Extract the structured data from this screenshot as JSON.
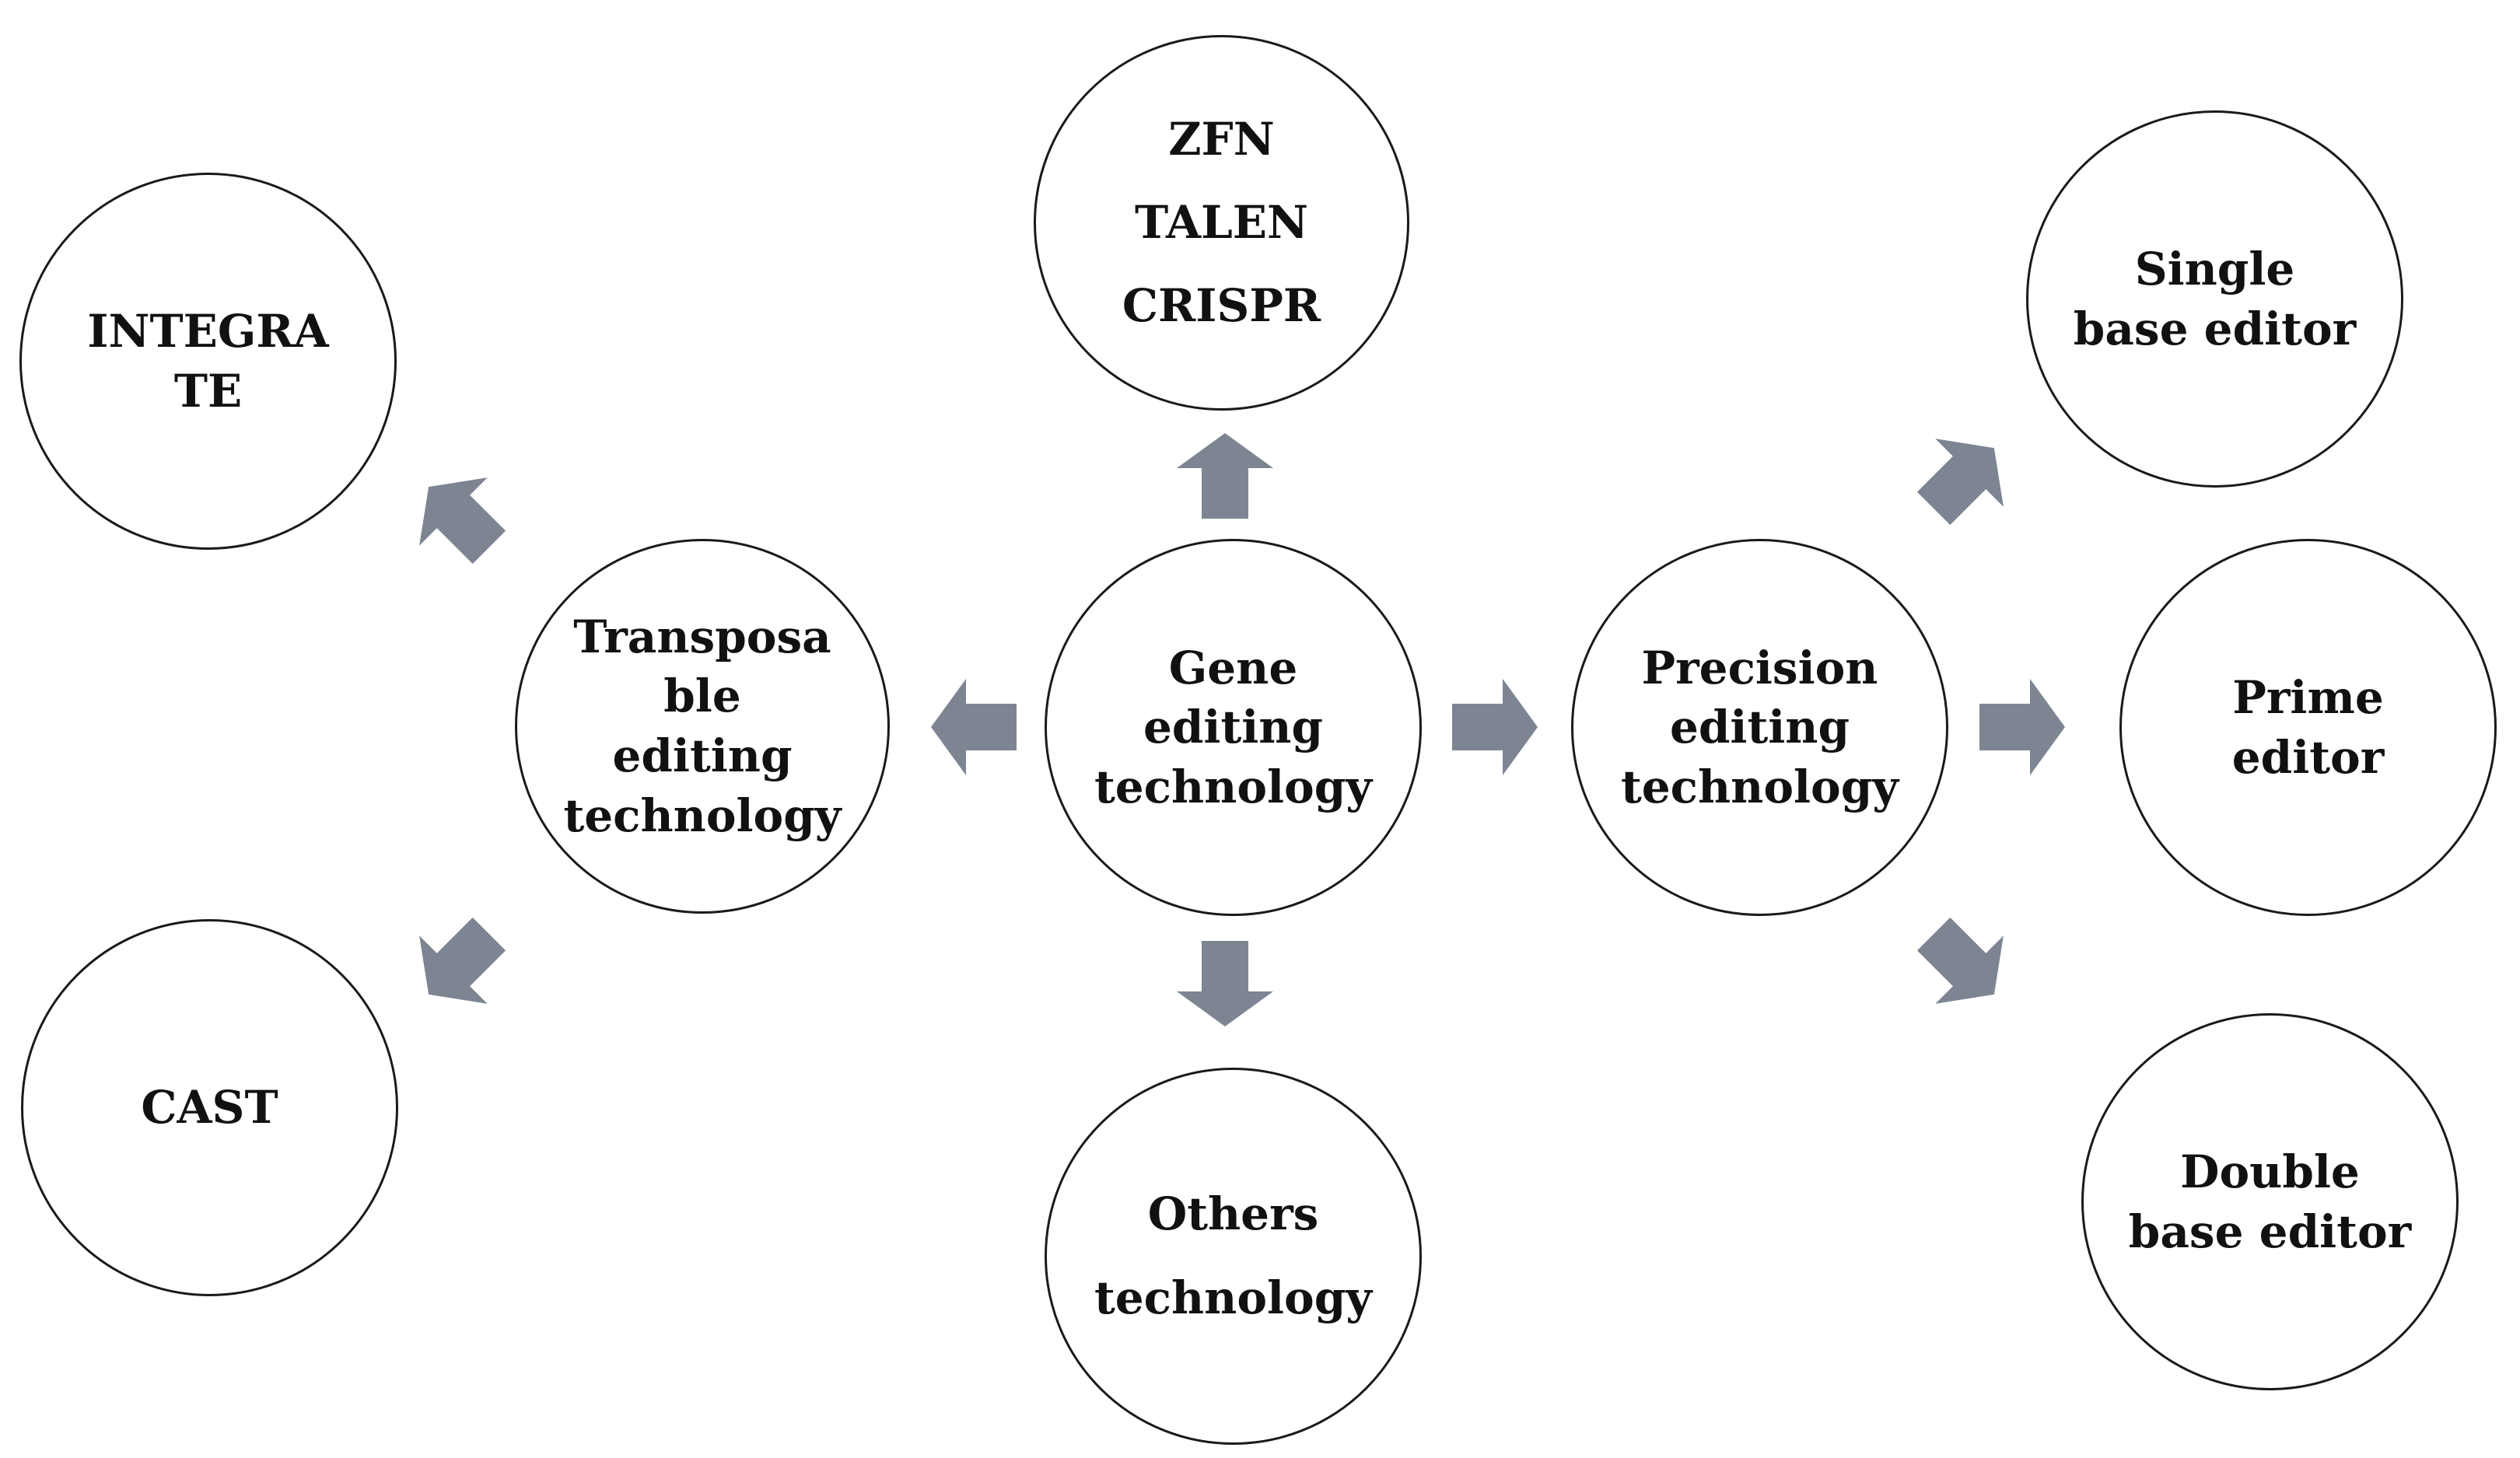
{
  "colors": {
    "arrow": "#7d8593",
    "outline": "#1a1a1a",
    "text": "#111111"
  },
  "nodes": {
    "gene_editing": [
      "Gene",
      "editing",
      "technology"
    ],
    "zfn_talen_crispr": [
      "ZFN",
      "TALEN",
      "CRISPR"
    ],
    "others": [
      "Others",
      "technology"
    ],
    "transposable": [
      "Transposa",
      "ble",
      "editing",
      "technology"
    ],
    "integrate": [
      "INTEGRA",
      "TE"
    ],
    "cast": [
      "CAST"
    ],
    "precision": [
      "Precision",
      "editing",
      "technology"
    ],
    "single_base": [
      "Single",
      "base editor"
    ],
    "prime": [
      "Prime",
      "editor"
    ],
    "double_base": [
      "Double",
      "base editor"
    ]
  }
}
